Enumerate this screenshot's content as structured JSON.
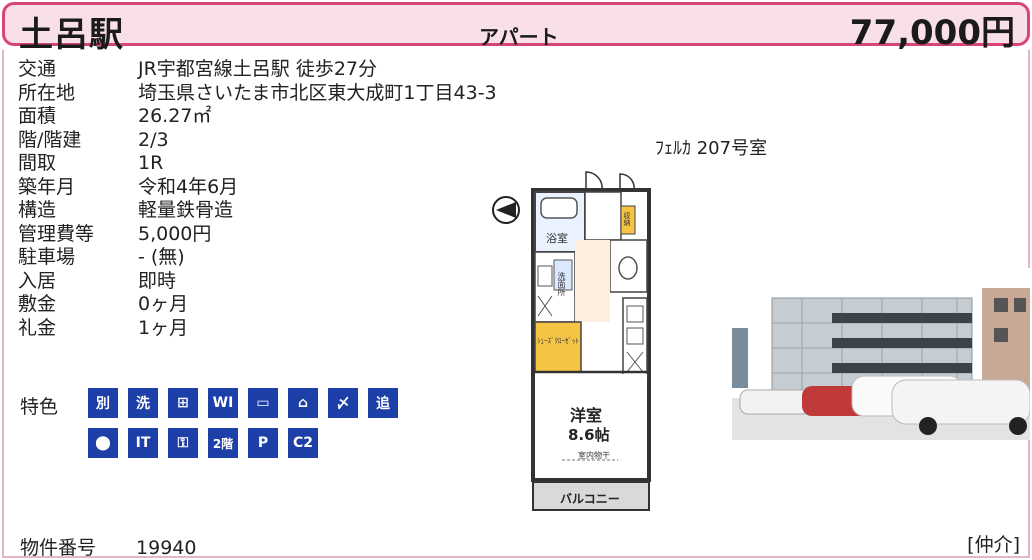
{
  "header": {
    "station": "土呂駅",
    "property_type": "アパート",
    "price": "77,000円",
    "accent": "#d7447a",
    "band_color": "#f9dfe6"
  },
  "info": [
    {
      "label": "交通",
      "value": "JR宇都宮線土呂駅 徒歩27分"
    },
    {
      "label": "所在地",
      "value": "埼玉県さいたま市北区東大成町1丁目43-3"
    },
    {
      "label": "面積",
      "value": "26.27㎡"
    },
    {
      "label": "階/階建",
      "value": "2/3"
    },
    {
      "label": "間取",
      "value": "1R"
    },
    {
      "label": "築年月",
      "value": "令和4年6月"
    },
    {
      "label": "構造",
      "value": "軽量鉄骨造"
    },
    {
      "label": "管理費等",
      "value": "5,000円"
    },
    {
      "label": "駐車場",
      "value": "- (無)"
    },
    {
      "label": "入居",
      "value": "即時"
    },
    {
      "label": "敷金",
      "value": "0ヶ月"
    },
    {
      "label": "礼金",
      "value": "1ヶ月"
    }
  ],
  "features": {
    "label": "特色",
    "row1": [
      "別",
      "洗",
      "⊞",
      "WI",
      "▭",
      "⌂",
      "〆",
      "追"
    ],
    "row2": [
      "⬤",
      "IT",
      "⚿",
      "2階",
      "P",
      "C2"
    ],
    "color": "#1d3fa8"
  },
  "room_label": "ﾌｪﾙｶ 207号室",
  "floorplan": {
    "main_room": "洋室",
    "main_size": "8.6帖",
    "bath": "浴室",
    "wash": "洗面所",
    "closet": "ｼｭｰｽﾞｸﾛｰｾﾞｯﾄ",
    "storage": "収納",
    "indoor_dry": "室内物干",
    "balcony": "バルコニー"
  },
  "footer": {
    "property_no_label": "物件番号",
    "property_no": "19940",
    "broker": "[仲介]"
  }
}
